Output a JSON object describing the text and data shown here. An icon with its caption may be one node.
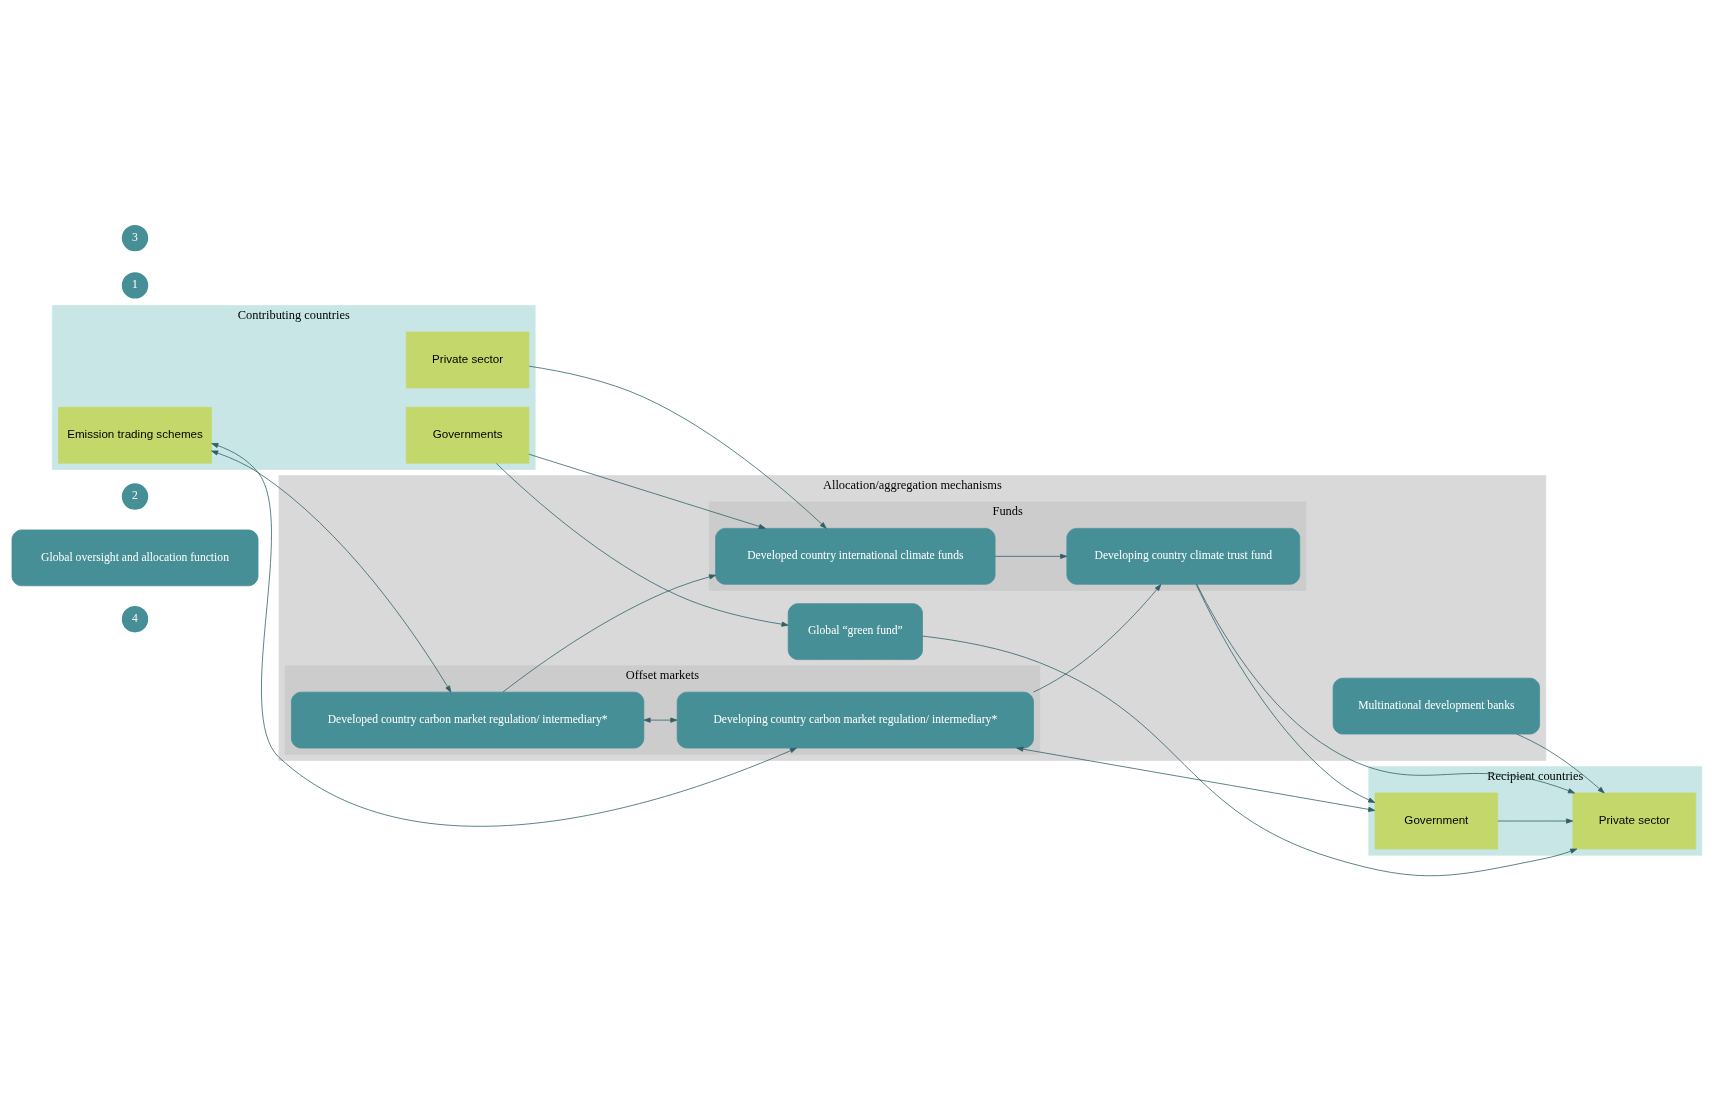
{
  "diagram": {
    "nodes": [
      {
        "text": [
          "4"
        ]
      },
      {
        "text": [
          "Global oversight and allocation function"
        ]
      },
      {
        "text": [
          "2"
        ]
      },
      {
        "text": [
          "Allocation/aggregation mechanisms"
        ]
      },
      {
        "text": [
          "Offset markets"
        ],
        "in": 3
      },
      {
        "text": [
          "Funds"
        ],
        "in": 3
      },
      {
        "text": [
          "1"
        ]
      },
      {
        "text": [
          "Contributing countries"
        ]
      },
      {
        "text": [
          "Emission trading schemes"
        ],
        "in": 7
      },
      {
        "text": [
          "Governments"
        ],
        "in": 7
      },
      {
        "text": [
          "Private sector"
        ],
        "in": 7
      },
      {
        "text": [
          "3"
        ]
      },
      {
        "text": [
          "Recipient countries"
        ]
      },
      {
        "text": [
          "Government"
        ],
        "in": 12
      },
      {
        "text": [
          "Private sector"
        ],
        "in": 12
      },
      {
        "text": [
          "Developed country carbon market regulation/ intermediary*"
        ],
        "in": 4
      },
      {
        "text": [
          "Developing country carbon market regulation/ intermediary*"
        ],
        "in": 4
      },
      {
        "text": [
          "Developed country international climate funds"
        ],
        "in": 5
      },
      {
        "text": [
          "Developing country climate trust fund"
        ],
        "in": 5
      },
      {
        "text": [
          "Global “green fund”"
        ],
        "in": 3
      },
      {
        "text": [
          "Multinational development banks"
        ],
        "in": 3
      }
    ],
    "edges": [
      {
        "from": 8,
        "to": 15,
        "arrow": "both"
      },
      {
        "from": 15,
        "to": 16,
        "arrow": "both"
      },
      {
        "from": 8,
        "to": 16,
        "arrow": "both"
      },
      {
        "from": 16,
        "to": 13,
        "arrow": "both"
      },
      {
        "from": 15,
        "to": 17,
        "arrow": "to"
      },
      {
        "from": 16,
        "to": 18,
        "arrow": "to"
      },
      {
        "from": 9,
        "to": 17,
        "arrow": "to"
      },
      {
        "from": 10,
        "to": 17,
        "arrow": "to"
      },
      {
        "from": 9,
        "to": 19,
        "arrow": "to"
      },
      {
        "from": 17,
        "to": 18,
        "arrow": "to"
      },
      {
        "from": 18,
        "to": 13,
        "arrow": "to"
      },
      {
        "from": 18,
        "to": 14,
        "arrow": "to"
      },
      {
        "from": 13,
        "to": 14,
        "arrow": "to"
      },
      {
        "from": 19,
        "to": 14,
        "arrow": "to"
      },
      {
        "from": 20,
        "to": 14,
        "arrow": "to"
      }
    ]
  }
}
